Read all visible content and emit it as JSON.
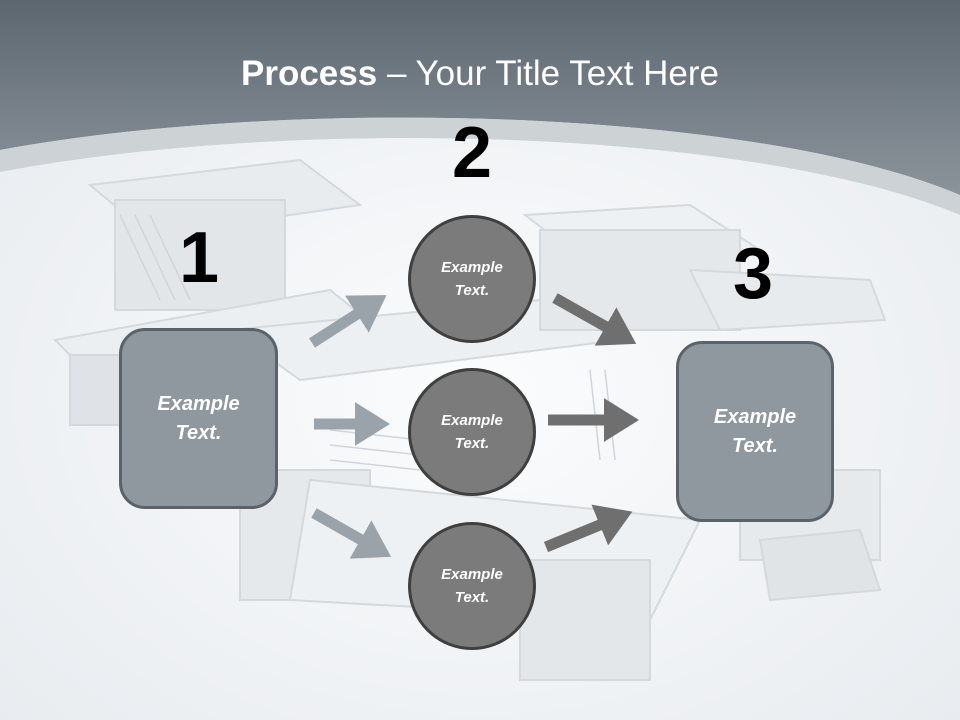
{
  "title": {
    "bold": "Process",
    "rest": " – Your Title Text Here"
  },
  "steps": {
    "one": "1",
    "two": "2",
    "three": "3"
  },
  "left_box": {
    "label": "Example Text."
  },
  "circles": [
    {
      "label": "Example Text."
    },
    {
      "label": "Example Text."
    },
    {
      "label": "Example Text."
    }
  ],
  "right_box": {
    "label": "Example Text."
  },
  "colors": {
    "header": "#6f7a83",
    "box_fill": "#8f989f",
    "circle_fill": "#7b7b7b",
    "arrow_left": "#9aa3aa",
    "arrow_right": "#6f6f6f"
  }
}
